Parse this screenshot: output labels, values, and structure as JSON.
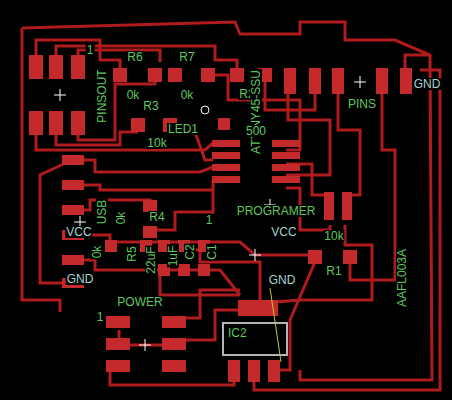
{
  "diagram": {
    "nodes": [
      {
        "text": [
          "IC2"
        ]
      }
    ],
    "labels": [
      "1",
      "R6",
      "R7",
      "0k",
      "0k",
      "R3",
      "10k",
      "LED1",
      "R2",
      "ATTINY45-SSU",
      "500",
      "PINSOUT",
      "PINS",
      "GND",
      "USB",
      "0k",
      "R4",
      "1",
      "PROGRAMER",
      "VCC",
      "VCC",
      "0k",
      "R5",
      "22uF",
      "1uF",
      "C2",
      "C1",
      "10k",
      "R1",
      "GND",
      "GND",
      "POWER",
      "1",
      "AAFL003A"
    ]
  }
}
